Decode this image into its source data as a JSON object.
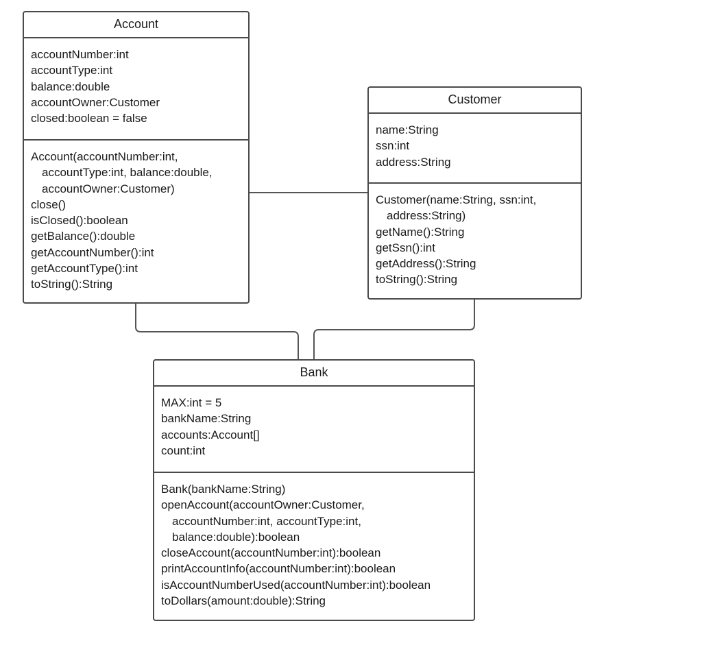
{
  "classes": {
    "account": {
      "name": "Account",
      "attributes": [
        "accountNumber:int",
        "accountType:int",
        "balance:double",
        "accountOwner:Customer",
        "closed:boolean = false"
      ],
      "methods": [
        "Account(accountNumber:int,",
        "accountType:int, balance:double,",
        "accountOwner:Customer)",
        "close()",
        "isClosed():boolean",
        "getBalance():double",
        "getAccountNumber():int",
        "getAccountType():int",
        "toString():String"
      ]
    },
    "customer": {
      "name": "Customer",
      "attributes": [
        "name:String",
        "ssn:int",
        "address:String"
      ],
      "methods": [
        "Customer(name:String, ssn:int,",
        "address:String)",
        "getName():String",
        "getSsn():int",
        "getAddress():String",
        "toString():String"
      ]
    },
    "bank": {
      "name": "Bank",
      "attributes": [
        "MAX:int = 5",
        "bankName:String",
        "accounts:Account[]",
        "count:int"
      ],
      "methods": [
        "Bank(bankName:String)",
        "openAccount(accountOwner:Customer,",
        "accountNumber:int, accountType:int,",
        "balance:double):boolean",
        "closeAccount(accountNumber:int):boolean",
        "printAccountInfo(accountNumber:int):boolean",
        "isAccountNumberUsed(accountNumber:int):boolean",
        "toDollars(amount:double):String"
      ]
    }
  },
  "associations": [
    {
      "from": "Account",
      "to": "Customer"
    },
    {
      "from": "Account",
      "to": "Bank"
    },
    {
      "from": "Customer",
      "to": "Bank"
    }
  ],
  "colors": {
    "border": "#4a4a4a",
    "connector": "#555555",
    "text": "#1a1a1a"
  }
}
